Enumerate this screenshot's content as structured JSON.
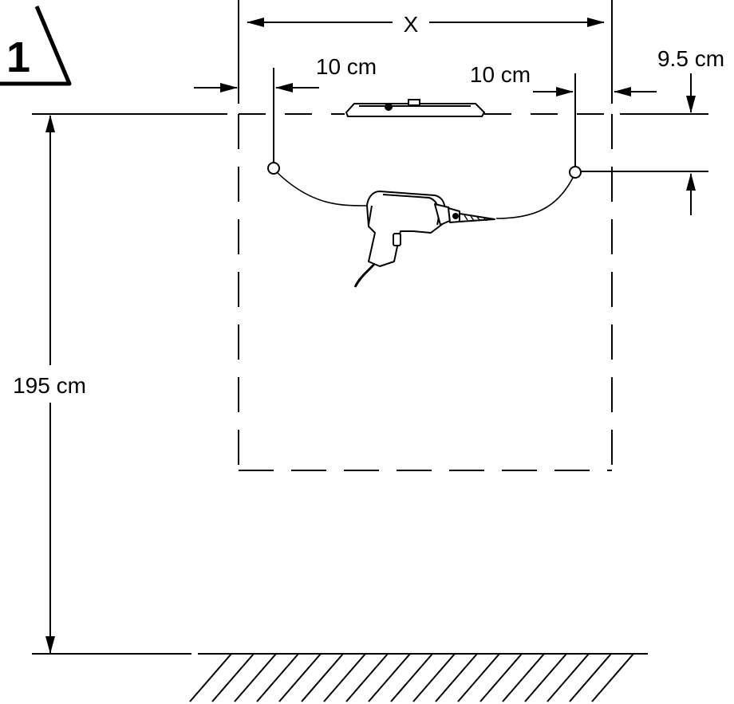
{
  "step": {
    "number": "1"
  },
  "dimensions": {
    "width": "X",
    "left_offset": "10 cm",
    "right_offset": "10 cm",
    "vertical_offset": "9.5 cm",
    "height": "195 cm"
  }
}
